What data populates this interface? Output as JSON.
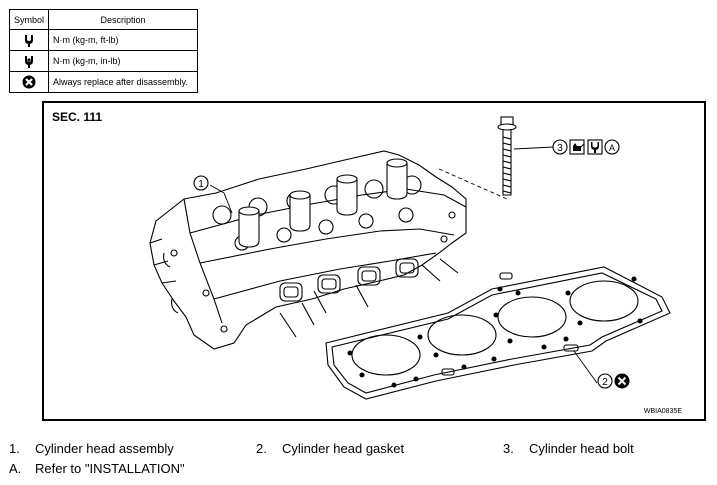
{
  "legend": {
    "header_symbol": "Symbol",
    "header_description": "Description",
    "rows": [
      {
        "icon": "torque-wrench-icon",
        "text": "N·m (kg-m, ft-lb)"
      },
      {
        "icon": "torque-wrench-inlb-icon",
        "text": "N·m (kg-m, in-lb)"
      },
      {
        "icon": "always-replace-icon",
        "text": "Always replace after disassembly."
      }
    ]
  },
  "diagram": {
    "section": "SEC. 111",
    "code": "WBIA0835E",
    "callouts": {
      "one": "1",
      "two": "2",
      "three": "3",
      "a": "A"
    }
  },
  "captions": [
    {
      "num": "1.",
      "text": "Cylinder head assembly"
    },
    {
      "num": "2.",
      "text": "Cylinder head gasket"
    },
    {
      "num": "3.",
      "text": "Cylinder head bolt"
    },
    {
      "num": "A.",
      "text": "Refer to \"INSTALLATION\""
    }
  ]
}
